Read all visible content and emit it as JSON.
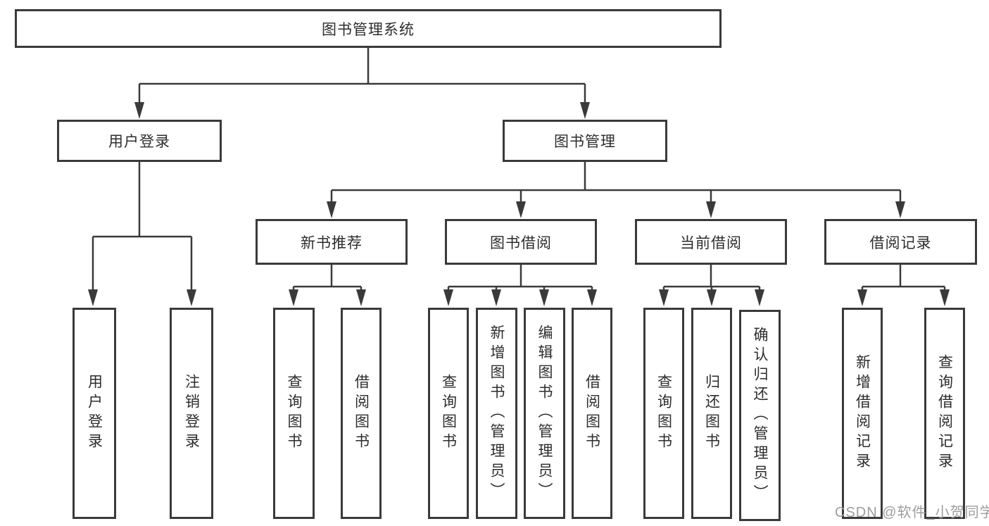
{
  "colors": {
    "line": "#3a3a3a",
    "box_border": "#3a3a3a",
    "text": "#2d2d2d",
    "watermark": "#9d9d9d",
    "background": "#ffffff"
  },
  "watermark": {
    "text": "CSDN @软件_小贺同学"
  },
  "diagram": {
    "type": "hierarchy-tree",
    "root": {
      "label": "图书管理系统"
    },
    "branches": [
      {
        "label": "用户登录",
        "children": [
          {
            "label": "用户登录"
          },
          {
            "label": "注销登录"
          }
        ]
      },
      {
        "label": "图书管理",
        "children": [
          {
            "label": "新书推荐",
            "children": [
              {
                "label": "查询图书"
              },
              {
                "label": "借阅图书"
              }
            ]
          },
          {
            "label": "图书借阅",
            "children": [
              {
                "label": "查询图书"
              },
              {
                "label": "新增图书（管理员）"
              },
              {
                "label": "编辑图书（管理员）"
              },
              {
                "label": "借阅图书"
              }
            ]
          },
          {
            "label": "当前借阅",
            "children": [
              {
                "label": "查询图书"
              },
              {
                "label": "归还图书"
              },
              {
                "label": "确认归还（管理员）"
              }
            ]
          },
          {
            "label": "借阅记录",
            "children": [
              {
                "label": "新增借阅记录"
              },
              {
                "label": "查询借阅记录"
              }
            ]
          }
        ]
      }
    ]
  }
}
